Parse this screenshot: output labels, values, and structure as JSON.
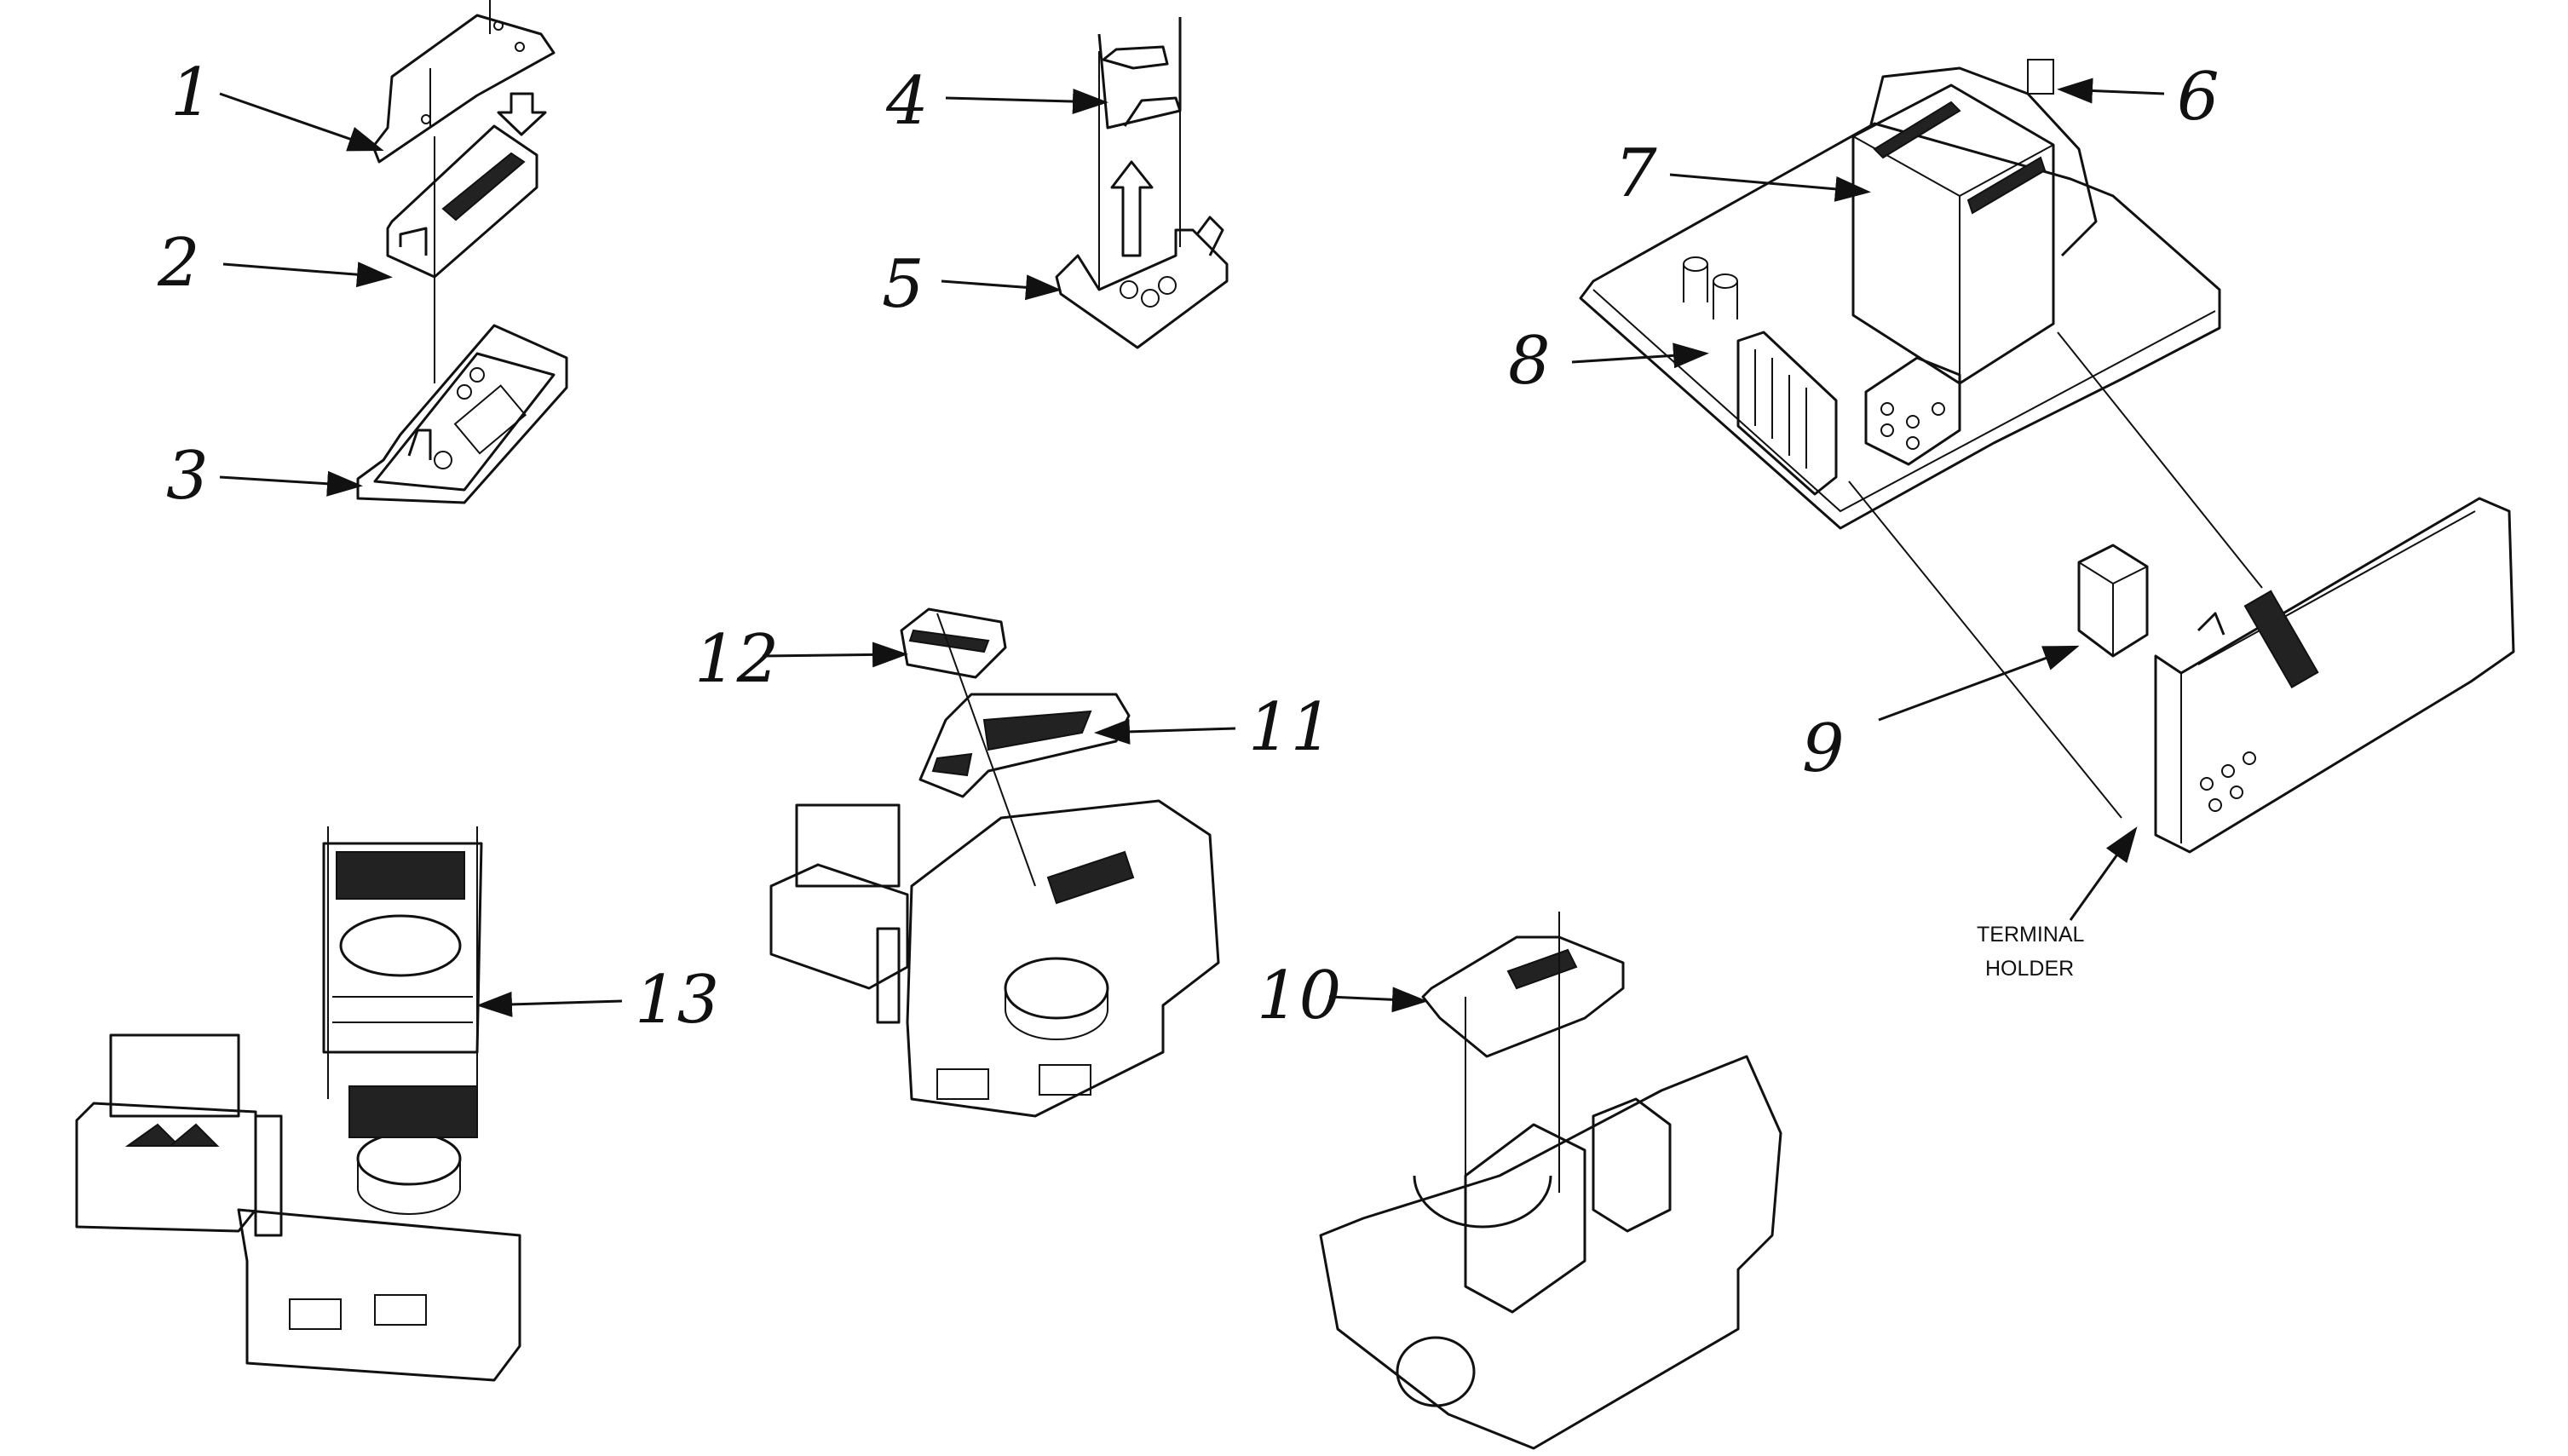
{
  "callouts": [
    "1",
    "2",
    "3",
    "4",
    "5",
    "6",
    "7",
    "8",
    "9",
    "10",
    "11",
    "12",
    "13"
  ],
  "terminal_holder": [
    "TERMINAL",
    "HOLDER"
  ],
  "colors": {
    "ink": "#111111",
    "background": "#ffffff"
  }
}
